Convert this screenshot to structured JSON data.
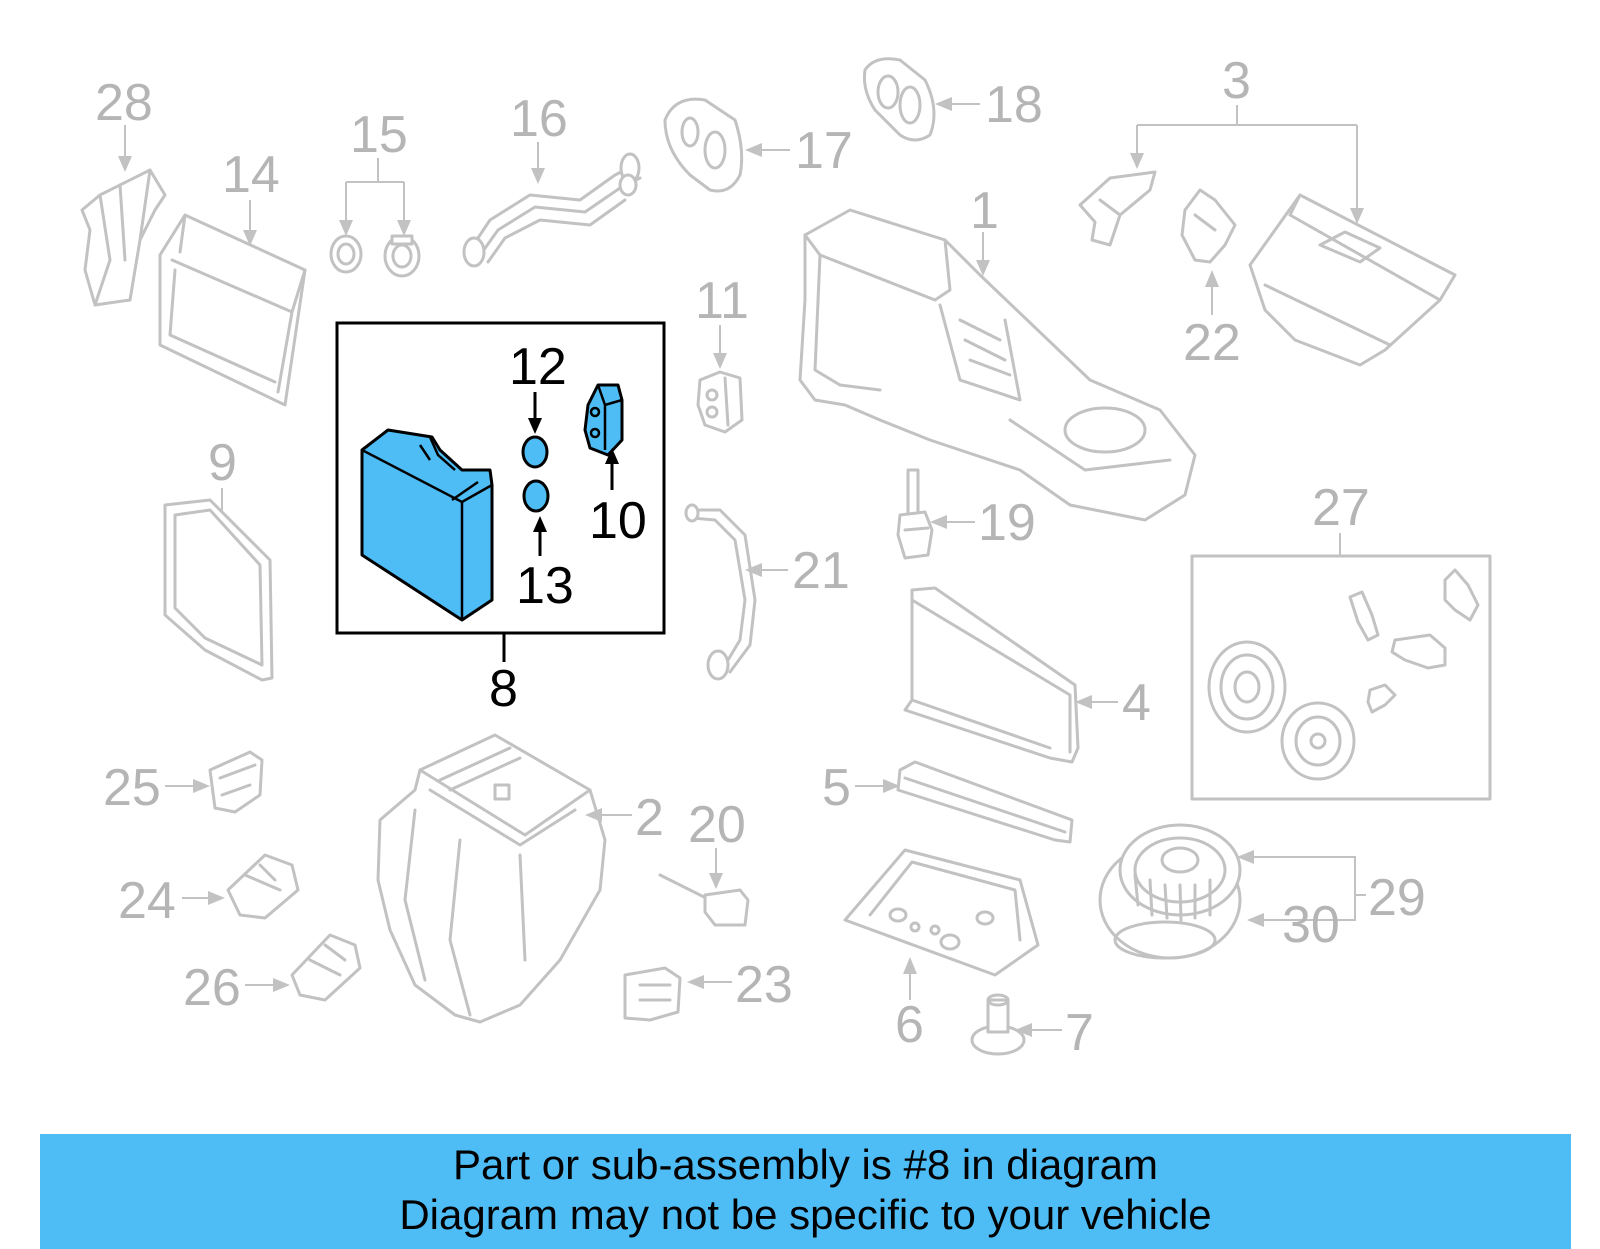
{
  "callouts": {
    "c1": "1",
    "c2": "2",
    "c3": "3",
    "c4": "4",
    "c5": "5",
    "c6": "6",
    "c7": "7",
    "c8": "8",
    "c9": "9",
    "c10": "10",
    "c11": "11",
    "c12": "12",
    "c13": "13",
    "c14": "14",
    "c15": "15",
    "c16": "16",
    "c17": "17",
    "c18": "18",
    "c19": "19",
    "c20": "20",
    "c21": "21",
    "c22": "22",
    "c23": "23",
    "c24": "24",
    "c25": "25",
    "c26": "26",
    "c27": "27",
    "c28": "28",
    "c29": "29",
    "c30": "30"
  },
  "highlight_color": "#4ebdf5",
  "banner": {
    "line1": "Part or sub-assembly is #8 in diagram",
    "line2": "Diagram may not be specific to your vehicle"
  }
}
